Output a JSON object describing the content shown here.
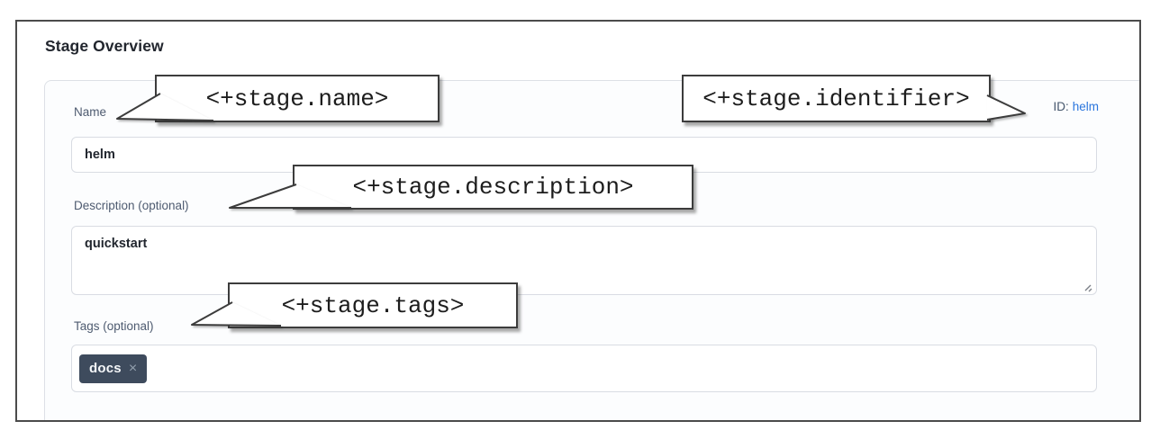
{
  "panel": {
    "title": "Stage Overview"
  },
  "fields": {
    "name": {
      "label": "Name",
      "value": "helm"
    },
    "identifier": {
      "label": "ID:",
      "value": "helm"
    },
    "description": {
      "label": "Description (optional)",
      "value": "quickstart"
    },
    "tags": {
      "label": "Tags (optional)",
      "chip": "docs",
      "chip_remove": "×"
    }
  },
  "callouts": {
    "name": "<+stage.name>",
    "identifier": "<+stage.identifier>",
    "description": "<+stage.description>",
    "tags": "<+stage.tags>"
  },
  "colors": {
    "id_link_blue": "#2b76dd",
    "tag_chip_bg": "#3e4b5d",
    "label_slate": "#4e5b70",
    "heading_dark": "#22262e",
    "input_border": "#d9dce3",
    "callout_border": "#3c3c3c",
    "figure_border": "#4b4b4b"
  }
}
